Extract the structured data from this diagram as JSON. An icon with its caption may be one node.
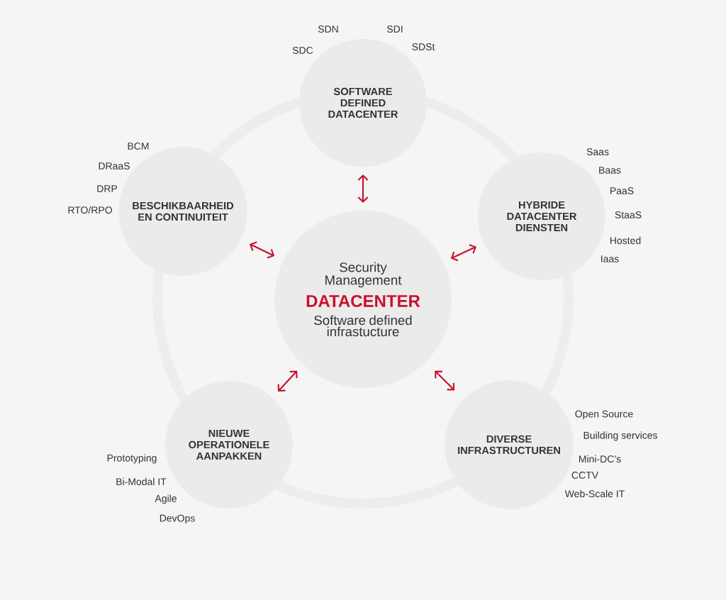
{
  "diagram": {
    "nodes": [
      {
        "text": [
          "Security Management",
          "DATACENTER",
          "Software defined infrastucture"
        ]
      },
      {
        "text": [
          "SOFTWARE DEFINED DATACENTER"
        ],
        "beside": [
          "SDC",
          "SDN",
          "SDI",
          "SDSt"
        ]
      },
      {
        "text": [
          "HYBRIDE DATACENTER DIENSTEN"
        ],
        "beside": [
          "Saas",
          "Baas",
          "PaaS",
          "StaaS",
          "Hosted",
          "Iaas"
        ]
      },
      {
        "text": [
          "DIVERSE INFRASTRUCTUREN"
        ],
        "beside": [
          "Open Source",
          "Building services",
          "Mini-DC’s",
          "CCTV",
          "Web-Scale IT"
        ]
      },
      {
        "text": [
          "NIEUWE OPERATIONELE AANPAKKEN"
        ],
        "beside": [
          "Prototyping",
          "Bi-Modal IT",
          "Agile",
          "DevOps"
        ]
      },
      {
        "text": [
          "BESCHIKBAARHEID EN CONTINUITEIT"
        ],
        "beside": [
          "BCM",
          "DRaaS",
          "DRP",
          "RTO/RPO"
        ]
      }
    ],
    "edges": [
      {
        "from": 0,
        "to": 1,
        "arrow": "both"
      },
      {
        "from": 0,
        "to": 2,
        "arrow": "both"
      },
      {
        "from": 0,
        "to": 3,
        "arrow": "both"
      },
      {
        "from": 0,
        "to": 4,
        "arrow": "both"
      },
      {
        "from": 0,
        "to": 5,
        "arrow": "both"
      }
    ]
  }
}
